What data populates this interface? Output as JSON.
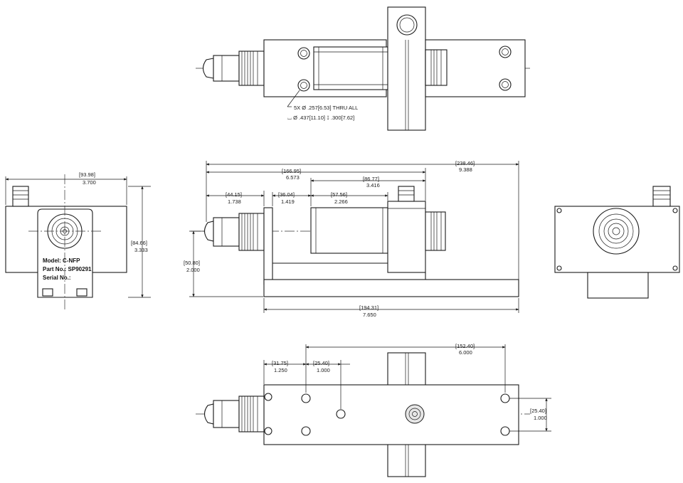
{
  "label_plate": {
    "model": "Model: C-NFP",
    "part_no": "Part No.: SP90291",
    "serial_no": "Serial No.:"
  },
  "hole_note": {
    "line1": "5X  Ø .257[6.53] THRU ALL",
    "line2": "⌴ Ø .437[11.10] ↧ .300[7.62]"
  },
  "dimensions": {
    "left_width": {
      "mm": "[93.98]",
      "in": "3.700"
    },
    "left_height": {
      "mm": "[84.66]",
      "in": "3.333"
    },
    "overall": {
      "mm": "[238.46]",
      "in": "9.388"
    },
    "d166": {
      "mm": "[166.95]",
      "in": "6.573"
    },
    "d86": {
      "mm": "[86.77]",
      "in": "3.416"
    },
    "d44": {
      "mm": "[44.15]",
      "in": "1.738"
    },
    "d36": {
      "mm": "[36.04]",
      "in": "1.419"
    },
    "d57": {
      "mm": "[57.56]",
      "in": "2.266"
    },
    "d50": {
      "mm": "[50.80]",
      "in": "2.000"
    },
    "d194": {
      "mm": "[194.31]",
      "in": "7.650"
    },
    "d152": {
      "mm": "[152.40]",
      "in": "6.000"
    },
    "d31": {
      "mm": "[31.75]",
      "in": "1.250"
    },
    "d25a": {
      "mm": "[25.40]",
      "in": "1.000"
    },
    "d25b": {
      "mm": "[25.40]",
      "in": "1.000"
    }
  }
}
